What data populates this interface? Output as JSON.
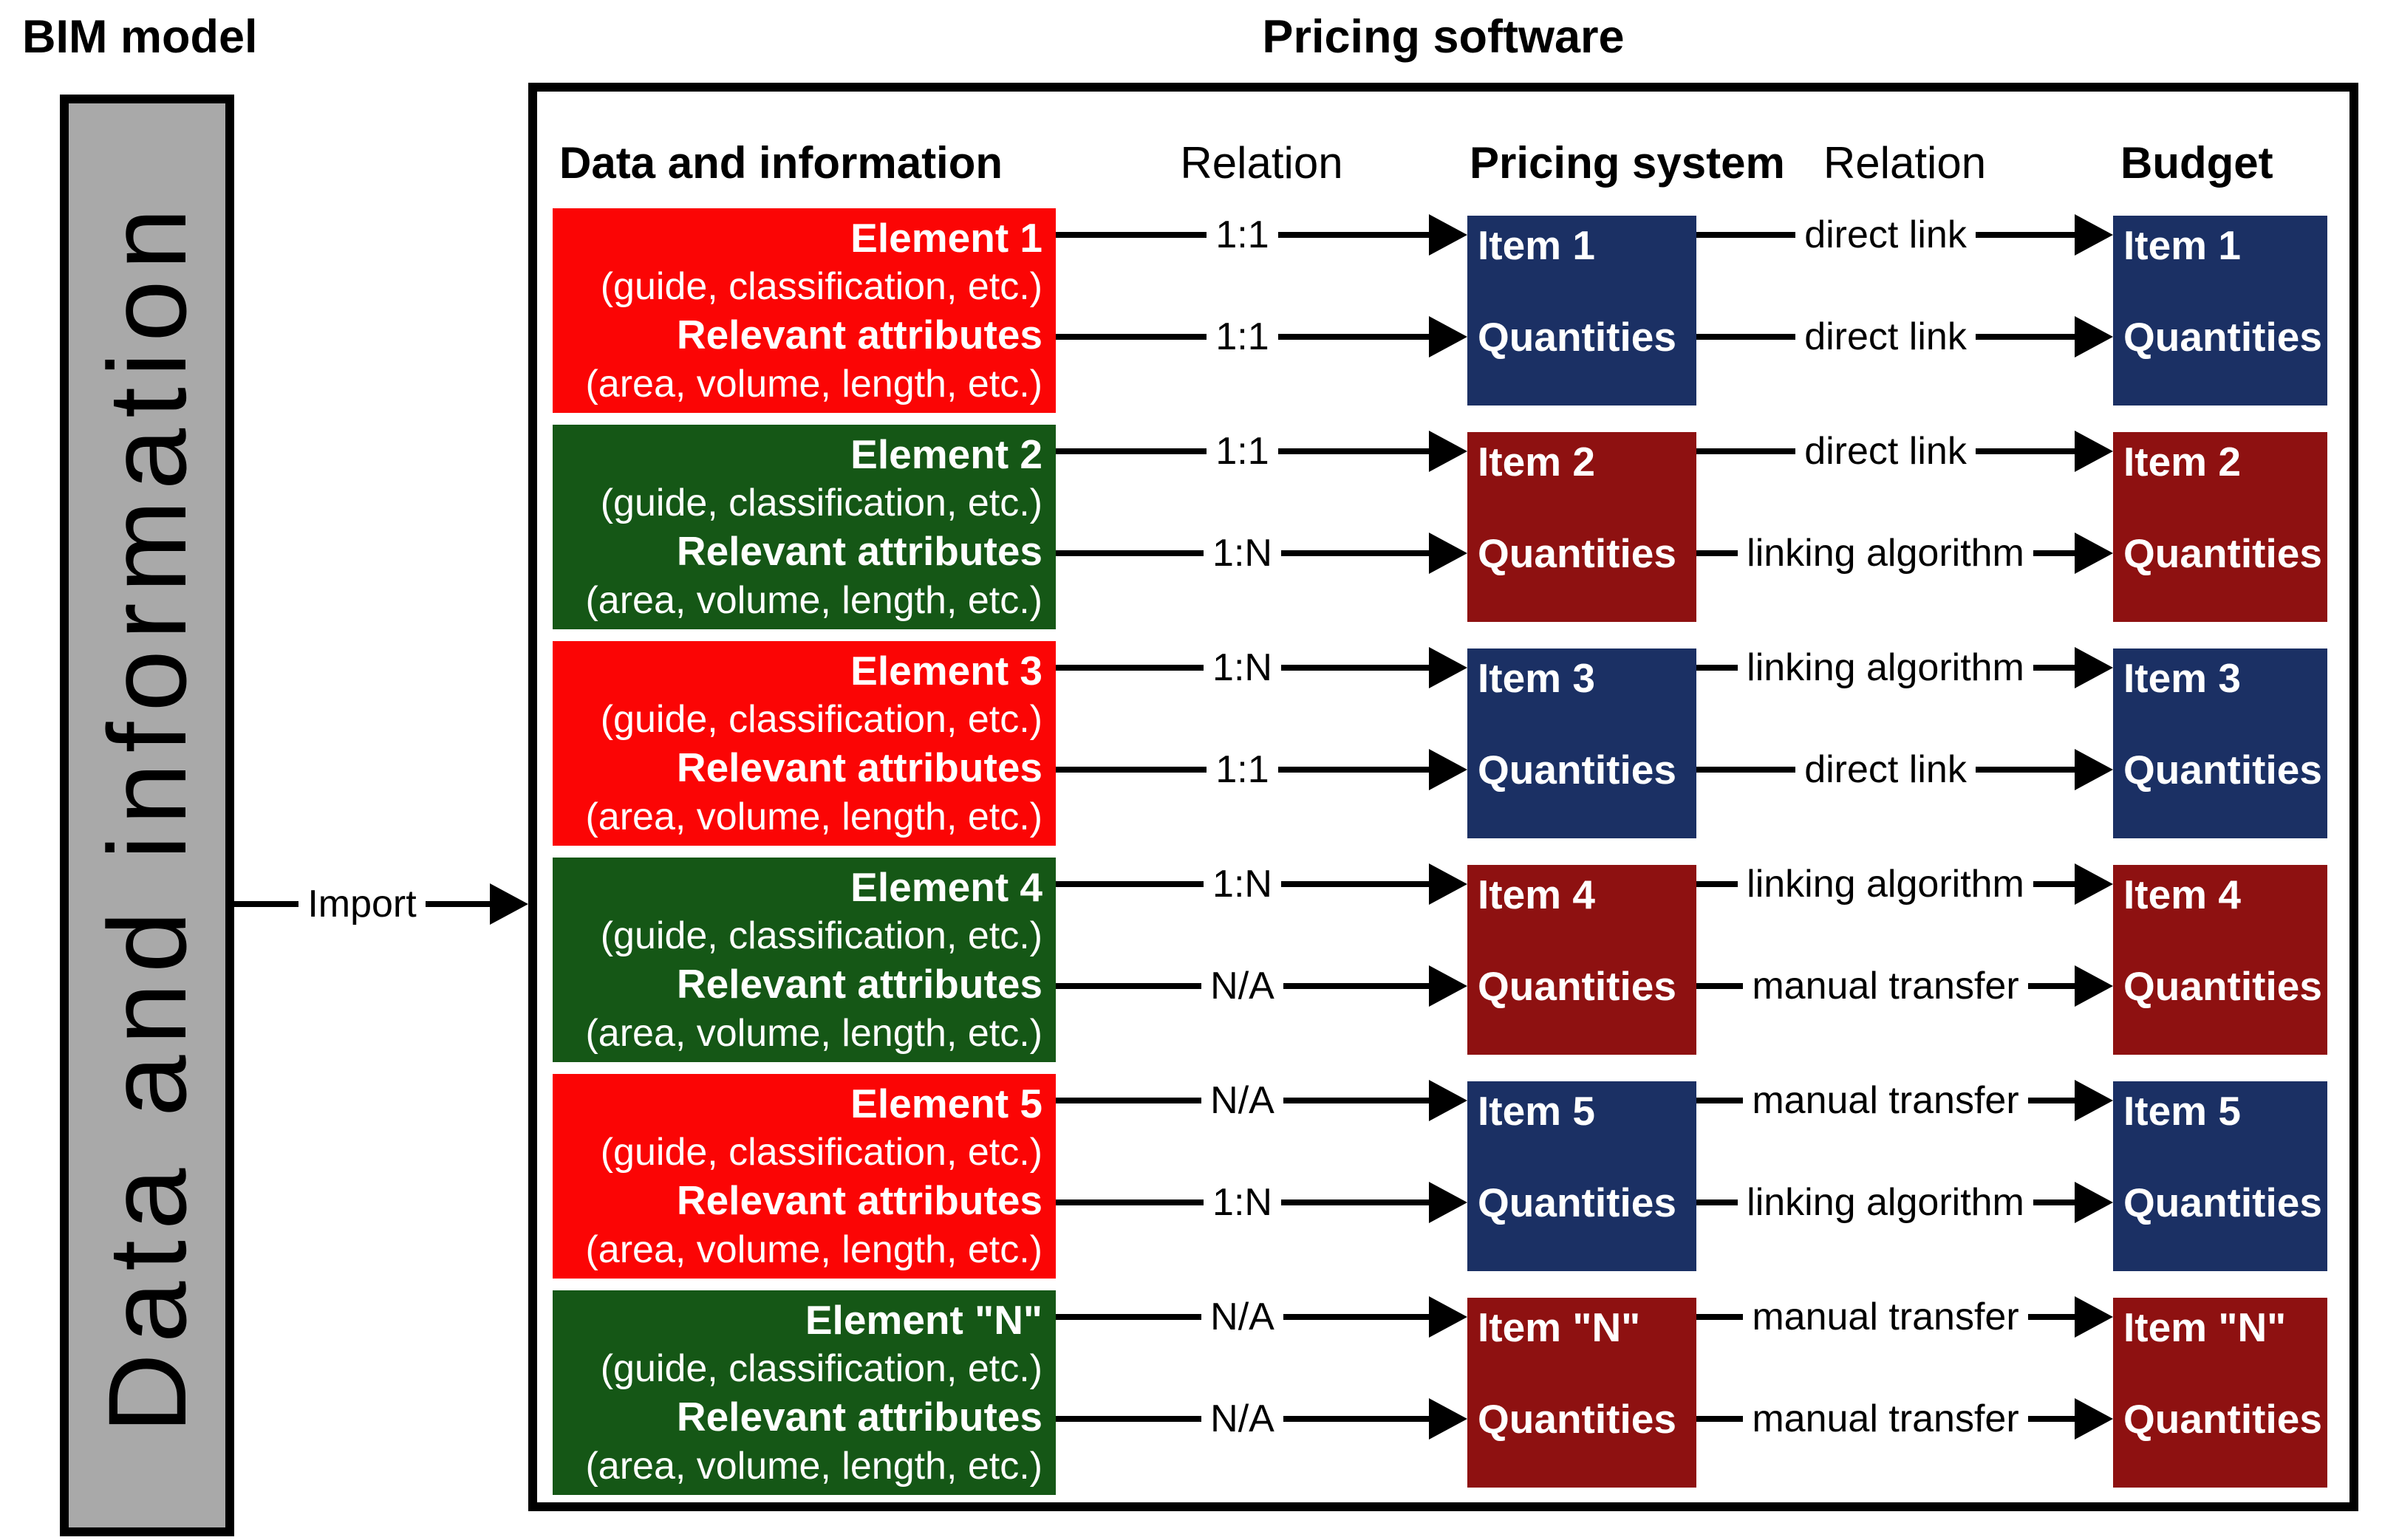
{
  "bim": {
    "title": "BIM model",
    "bar_text": "Data and information"
  },
  "import_arrow": {
    "label": "Import"
  },
  "pricing_software": {
    "title": "Pricing software"
  },
  "column_headers": {
    "data": "Data and information",
    "relation1": "Relation",
    "pricing": "Pricing system",
    "relation2": "Relation",
    "budget": "Budget"
  },
  "element_common": {
    "guide_line": "(guide, classification, etc.)",
    "attributes_title": "Relevant attributes",
    "attributes_line": "(area, volume, length, etc.)",
    "quantities_label": "Quantities"
  },
  "colors": {
    "red": "#fb0505",
    "green": "#155716",
    "navy": "#1b3064",
    "dark_red": "#8e1111",
    "gray": "#a9a9a9",
    "black": "#000000"
  },
  "rows": [
    {
      "element": "Element 1",
      "element_color": "red",
      "rel1_top": "1:1",
      "rel1_bottom": "1:1",
      "item": "Item 1",
      "item_color": "navy",
      "rel2_top": "direct link",
      "rel2_bottom": "direct link",
      "budget_item": "Item 1",
      "budget_color": "navy"
    },
    {
      "element": "Element 2",
      "element_color": "green",
      "rel1_top": "1:1",
      "rel1_bottom": "1:N",
      "item": "Item 2",
      "item_color": "dark_red",
      "rel2_top": "direct link",
      "rel2_bottom": "linking algorithm",
      "budget_item": "Item 2",
      "budget_color": "dark_red"
    },
    {
      "element": "Element 3",
      "element_color": "red",
      "rel1_top": "1:N",
      "rel1_bottom": "1:1",
      "item": "Item 3",
      "item_color": "navy",
      "rel2_top": "linking algorithm",
      "rel2_bottom": "direct link",
      "budget_item": "Item 3",
      "budget_color": "navy"
    },
    {
      "element": "Element 4",
      "element_color": "green",
      "rel1_top": "1:N",
      "rel1_bottom": "N/A",
      "item": "Item 4",
      "item_color": "dark_red",
      "rel2_top": "linking algorithm",
      "rel2_bottom": "manual transfer",
      "budget_item": "Item 4",
      "budget_color": "dark_red"
    },
    {
      "element": "Element 5",
      "element_color": "red",
      "rel1_top": "N/A",
      "rel1_bottom": "1:N",
      "item": "Item 5",
      "item_color": "navy",
      "rel2_top": "manual transfer",
      "rel2_bottom": "linking algorithm",
      "budget_item": "Item 5",
      "budget_color": "navy"
    },
    {
      "element": "Element \"N\"",
      "element_color": "green",
      "rel1_top": "N/A",
      "rel1_bottom": "N/A",
      "item": "Item \"N\"",
      "item_color": "dark_red",
      "rel2_top": "manual transfer",
      "rel2_bottom": "manual transfer",
      "budget_item": "Item \"N\"",
      "budget_color": "dark_red"
    }
  ]
}
